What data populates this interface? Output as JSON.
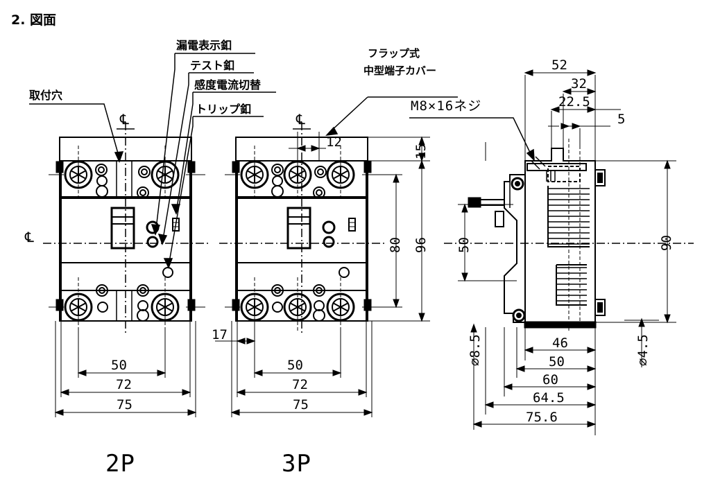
{
  "header": {
    "title": "2. 図面"
  },
  "callouts": {
    "mounting_hole": "取付穴",
    "leak_indicator": "漏電表示釦",
    "test_button": "テスト釦",
    "sensitivity_switch": "感度電流切替",
    "trip_button": "トリップ釦",
    "flap_cover_line1": "フラップ式",
    "flap_cover_line2": "中型端子カバー",
    "screw": "M8×16ネジ"
  },
  "captions": {
    "two_pole": "2P",
    "three_pole": "3P"
  },
  "symbols": {
    "centerline": "℄",
    "diameter": "⌀"
  },
  "dimensions": {
    "front_2p": {
      "width_overall": "75",
      "width_body": "72",
      "hole_pitch": "50"
    },
    "front_3p": {
      "width_overall": "75",
      "width_body": "72",
      "hole_pitch": "50",
      "edge_offset": "17",
      "pole_pitch": "12"
    },
    "front_heights": {
      "top_cover": "15",
      "hole_pitch_v": "80",
      "overall_height": "96"
    },
    "side_view": {
      "depth_52": "52",
      "depth_32": "32",
      "depth_22_5": "22.5",
      "depth_5": "5",
      "height_50": "50",
      "height_90": "90",
      "depth_46": "46",
      "depth_50": "50",
      "depth_60": "60",
      "depth_64_5": "64.5",
      "depth_75_6": "75.6",
      "hole_d_8_5": "⌀8.5",
      "hole_d_4_5": "⌀4.5"
    }
  },
  "colors": {
    "ink": "#000000",
    "paper": "#ffffff"
  }
}
